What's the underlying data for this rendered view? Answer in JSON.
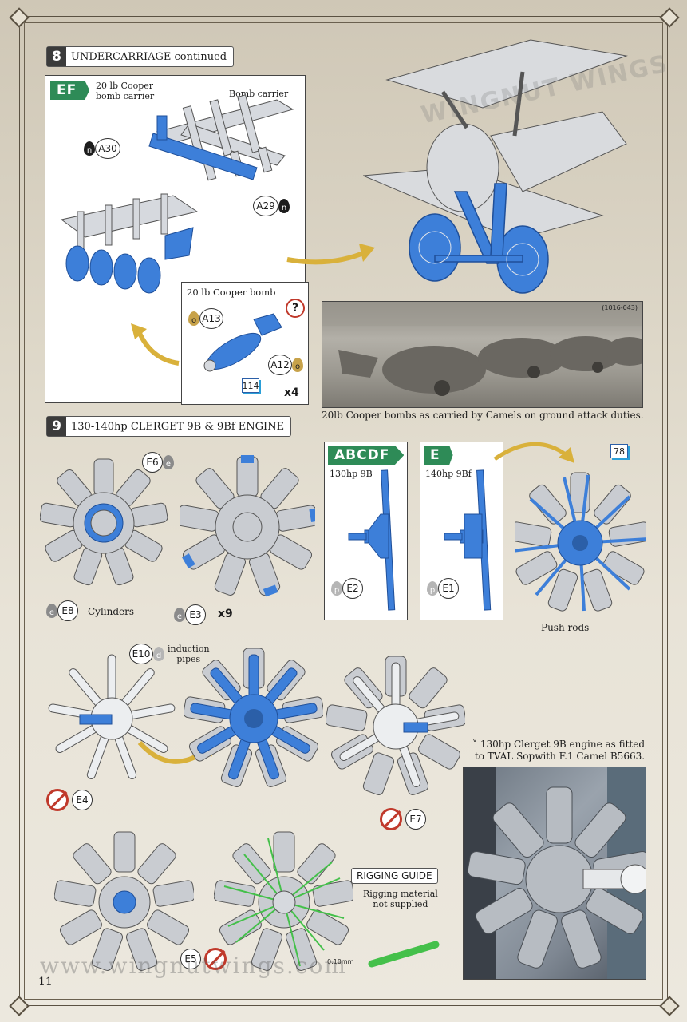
{
  "step8": {
    "number": "8",
    "title": "UNDERCARRIAGE continued"
  },
  "panel8": {
    "version_tag": "EF",
    "cooper_carrier_label": "20 lb Cooper\nbomb carrier",
    "bomb_carrier_label": "Bomb carrier",
    "parts": [
      {
        "id": "A30",
        "code": "n"
      },
      {
        "id": "A29",
        "code": "n"
      }
    ]
  },
  "bomb_inset": {
    "title": "20 lb Cooper bomb",
    "help": "?",
    "parts": [
      {
        "id": "A13",
        "code": "o"
      },
      {
        "id": "A12",
        "code": "o"
      }
    ],
    "paint_ref": "114",
    "multiplier": "x4"
  },
  "photo1": {
    "ref": "(1016-043)",
    "caption": "20lb Cooper bombs as carried by Camels on ground attack duties."
  },
  "watermark_logo": "WINGNUT WINGS",
  "step9": {
    "number": "9",
    "title": "130-140hp CLERGET 9B & 9Bf ENGINE"
  },
  "cylinders": {
    "parts": [
      {
        "id": "E6",
        "code": "e"
      },
      {
        "id": "E8",
        "code": "e"
      },
      {
        "id": "E3",
        "code": "e"
      }
    ],
    "cylinders_label": "Cylinders",
    "multiplier": "x9"
  },
  "panel_abcdf": {
    "tag": "ABCDF",
    "subtitle": "130hp 9B",
    "part": {
      "id": "E2",
      "code": "p"
    }
  },
  "panel_e": {
    "tag": "E",
    "subtitle": "140hp 9Bf",
    "part": {
      "id": "E1",
      "code": "p"
    }
  },
  "pushrods": {
    "paint_ref": "78",
    "label": "Push rods"
  },
  "induction": {
    "part": {
      "id": "E10",
      "code": "d"
    },
    "label": "induction\npipes"
  },
  "not_glued": [
    {
      "id": "E4"
    },
    {
      "id": "E7"
    },
    {
      "id": "E5"
    }
  ],
  "photo2": {
    "caption": "˅ 130hp Clerget 9B engine as fitted\nto TVAL Sopwith F.1 Camel B5663."
  },
  "rigging": {
    "title": "RIGGING GUIDE",
    "note": "Rigging material\nnot supplied",
    "size": "0.10mm"
  },
  "page_number": "11",
  "website": "www.wingnutwings.com",
  "colors": {
    "blue": "#3d7fd9",
    "green": "#2e8b57",
    "grey": "#c9ccd1",
    "rigging": "#44c04a"
  }
}
